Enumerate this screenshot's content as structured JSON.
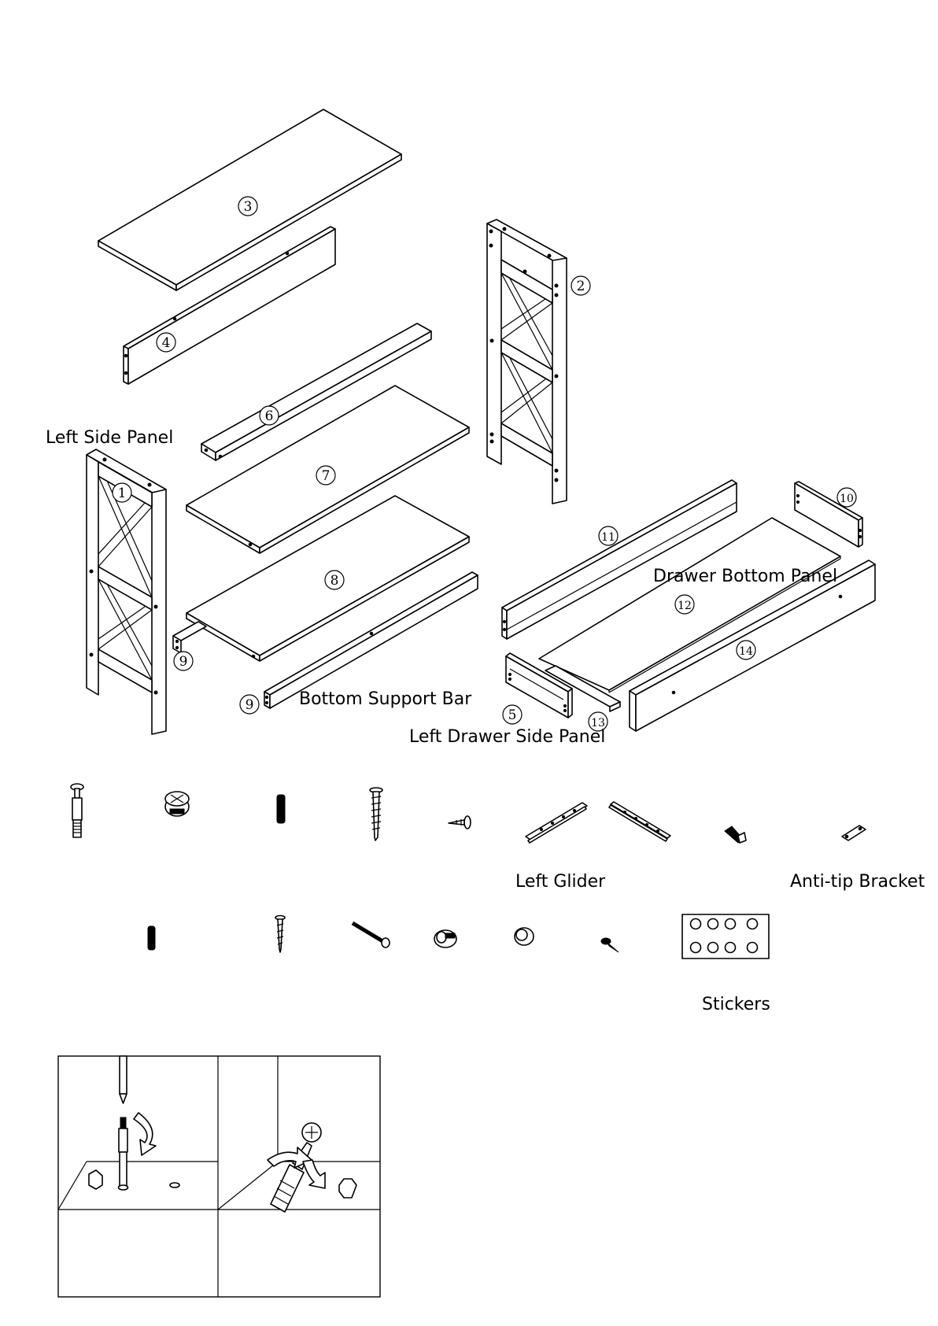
{
  "labels": {
    "left_side_panel": "Left Side Panel",
    "drawer_bottom_panel": "Drawer Bottom Panel",
    "bottom_support_bar": "Bottom Support Bar",
    "left_drawer_side_panel": "Left Drawer Side Panel",
    "left_glider": "Left Glider",
    "anti_tip_bracket": "Anti-tip Bracket",
    "stickers": "Stickers"
  },
  "parts": {
    "p1": "1",
    "p2": "2",
    "p3": "3",
    "p4": "4",
    "p5": "5",
    "p6": "6",
    "p7": "7",
    "p8": "8",
    "p9a": "9",
    "p9b": "9",
    "p10": "10",
    "p11": "11",
    "p12": "12",
    "p13": "13",
    "p14": "14"
  }
}
